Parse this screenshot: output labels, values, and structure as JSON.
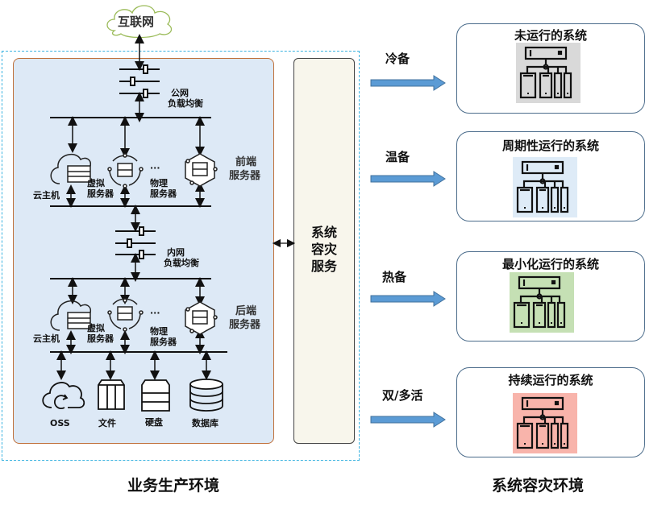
{
  "internet": {
    "label": "互联网"
  },
  "production": {
    "title": "业务生产环境",
    "public_lb": {
      "line1": "公网",
      "line2": "负载均衡"
    },
    "internal_lb": {
      "line1": "内网",
      "line2": "负载均衡"
    },
    "frontend": {
      "label_line1": "前端",
      "label_line2": "服务器",
      "cloud_host": "云主机",
      "virtual_server": {
        "line1": "虚拟",
        "line2": "服务器"
      },
      "ellipsis": "···",
      "physical_server": {
        "line1": "物理",
        "line2": "服务器"
      }
    },
    "backend": {
      "label_line1": "后端",
      "label_line2": "服务器",
      "cloud_host": "云主机",
      "virtual_server": {
        "line1": "虚拟",
        "line2": "服务器"
      },
      "ellipsis": "···",
      "physical_server": {
        "line1": "物理",
        "line2": "服务器"
      }
    },
    "storage": [
      {
        "label": "OSS",
        "icon": "cloud-upload-icon"
      },
      {
        "label": "文件",
        "icon": "file-cabinet-icon"
      },
      {
        "label": "硬盘",
        "icon": "disk-rack-icon"
      },
      {
        "label": "数据库",
        "icon": "database-icon"
      }
    ]
  },
  "dr_service": {
    "line1": "系统",
    "line2": "容灾",
    "line3": "服务"
  },
  "dr_environment": {
    "title": "系统容灾环境",
    "arrow_color": "#5b9bd5",
    "tiers": [
      {
        "mode": "冷备",
        "system": "未运行的系统",
        "icon_bg": "#d9d9d9"
      },
      {
        "mode": "温备",
        "system": "周期性运行的系统",
        "icon_bg": "#deebf7"
      },
      {
        "mode": "热备",
        "system": "最小化运行的系统",
        "icon_bg": "#c5e0b4"
      },
      {
        "mode": "双/多活",
        "system": "持续运行的系统",
        "icon_bg": "#f8b4ab"
      }
    ]
  }
}
